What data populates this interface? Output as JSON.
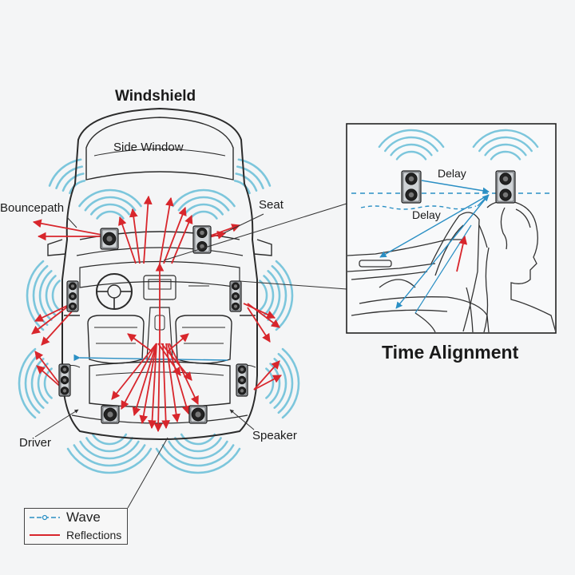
{
  "labels": {
    "windshield": "Windshield",
    "side_window": "Side Window",
    "bouncepath": "Bouncepath",
    "seat": "Seat",
    "driver": "Driver",
    "speaker": "Speaker",
    "time_alignment": "Time Alignment"
  },
  "inset": {
    "delay_top": "Delay",
    "delay_bottom": "Delay"
  },
  "legend": {
    "wave_label": "Wave",
    "reflections_label": "Reflections"
  },
  "colors": {
    "wave": "#7cc6dc",
    "reflection": "#d8262c",
    "wave_line": "#2a8fc4",
    "outline": "#2b2b2b"
  },
  "icons": {
    "speaker": "speaker-icon",
    "car": "car-outline-icon",
    "person": "driver-silhouette-icon"
  }
}
